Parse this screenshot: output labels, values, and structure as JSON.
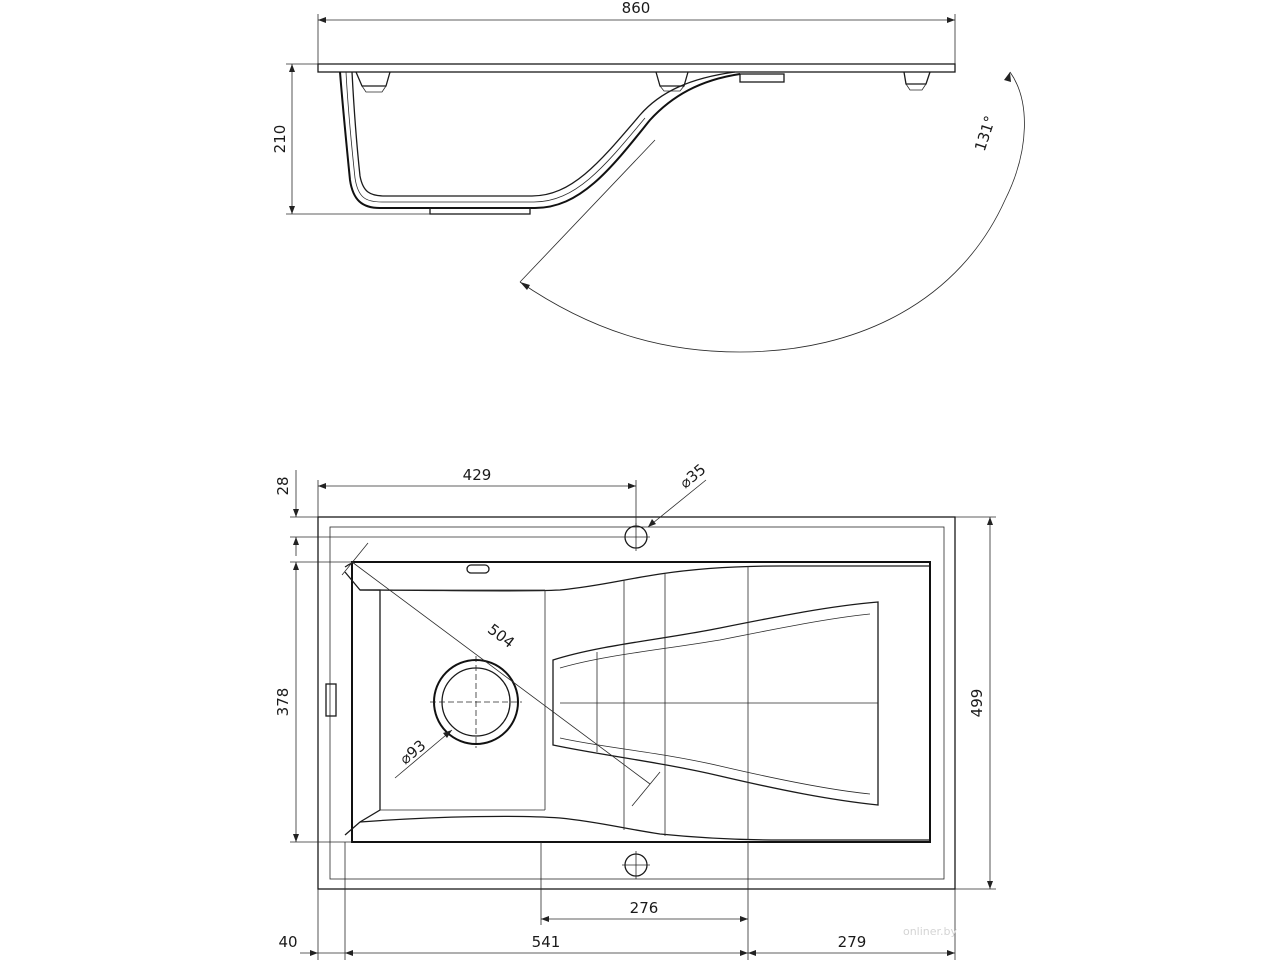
{
  "side_view": {
    "width_label": "860",
    "depth_label": "210",
    "angle_label": "131°"
  },
  "top_view": {
    "dim_429": "429",
    "hole_diameter": "⌀35",
    "dim_28": "28",
    "diagonal": "504",
    "drain_diameter": "⌀93",
    "dim_378": "378",
    "dim_499": "499",
    "dim_276": "276",
    "dim_40": "40",
    "dim_541": "541",
    "dim_279": "279"
  },
  "watermark": "onliner.by"
}
